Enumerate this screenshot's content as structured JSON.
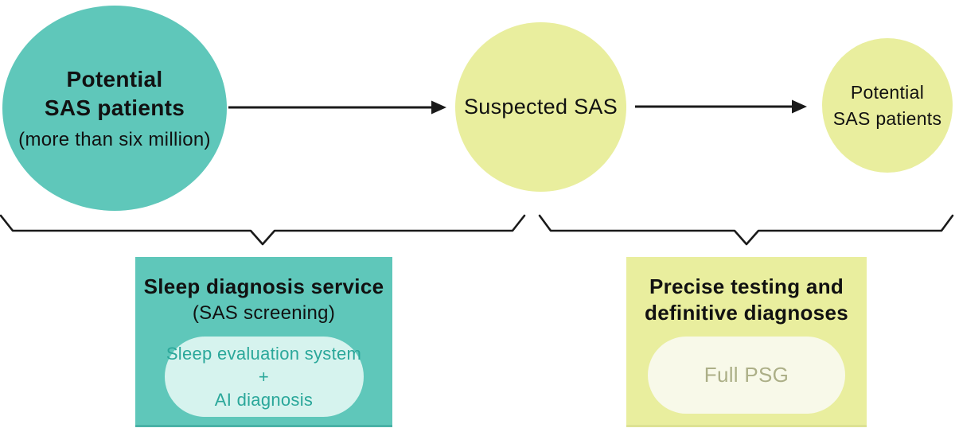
{
  "colors": {
    "teal": "#5fc7ba",
    "teal_dark": "#49b2a6",
    "yellow": "#e9ee9e",
    "yellow_dark": "#dde293",
    "mint": "#d6f3ee",
    "teal_text": "#2aa79a",
    "cream": "#f8f9e9",
    "olive": "#acaf87",
    "ink": "#111111",
    "line": "#1a1a1a"
  },
  "flow": {
    "large_circle": {
      "title_line1": "Potential",
      "title_line2": "SAS patients",
      "subtitle": "(more than six million)"
    },
    "mid_circle": {
      "label": "Suspected SAS"
    },
    "small_circle": {
      "line1": "Potential",
      "line2": "SAS patients"
    }
  },
  "screening_box": {
    "title": "Sleep diagnosis service",
    "subtitle": "(SAS screening)",
    "pill_line1": "Sleep evaluation system",
    "pill_line2": "+",
    "pill_line3": "AI diagnosis"
  },
  "testing_box": {
    "title_line1": "Precise testing and",
    "title_line2": "definitive diagnoses",
    "pill_label": "Full PSG"
  }
}
